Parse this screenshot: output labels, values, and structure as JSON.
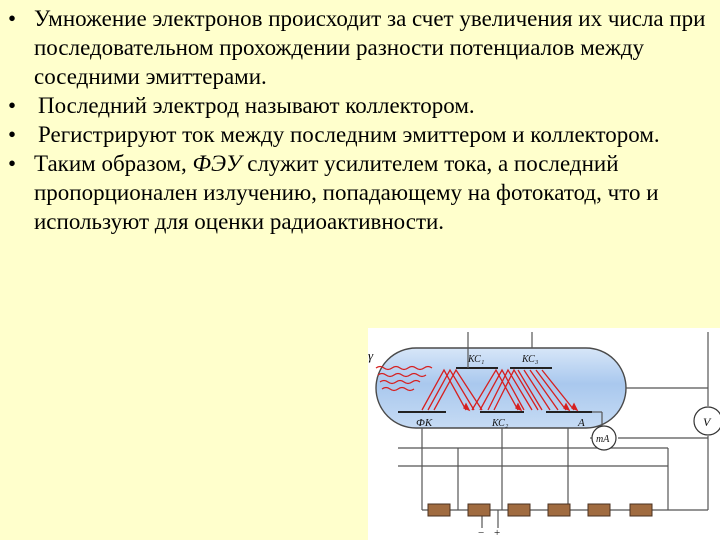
{
  "bullet_char": "•",
  "bullets": [
    {
      "text": "Умножение электронов происходит за счет увеличения их числа при последовательном прохождении разности потенциалов между соседними эмиттерами."
    },
    {
      "text": "Последний электрод называют коллектором."
    },
    {
      "text": "Регистрируют ток между последним эмиттером и коллектором."
    },
    {
      "pre": "Таким образом, ",
      "emph": "ФЭУ",
      "post": " служит усилителем тока, а последний пропорционален излучению, попадающему на фотокатод, что и используют для оценки радиоактивности."
    }
  ],
  "diagram": {
    "gamma": "γ",
    "photocathode": "ФК",
    "kc1": "КС₁",
    "kc2": "КС₂",
    "kc3": "КС₃",
    "anode": "А",
    "milliammeter": "mA",
    "voltmeter": "V",
    "minus": "−",
    "plus": "+"
  },
  "colors": {
    "background": "#FFFFCC",
    "tube_fill": "#A9C8EE",
    "wire": "#555555",
    "rays": "#D62020",
    "resistor": "#A06B40"
  }
}
